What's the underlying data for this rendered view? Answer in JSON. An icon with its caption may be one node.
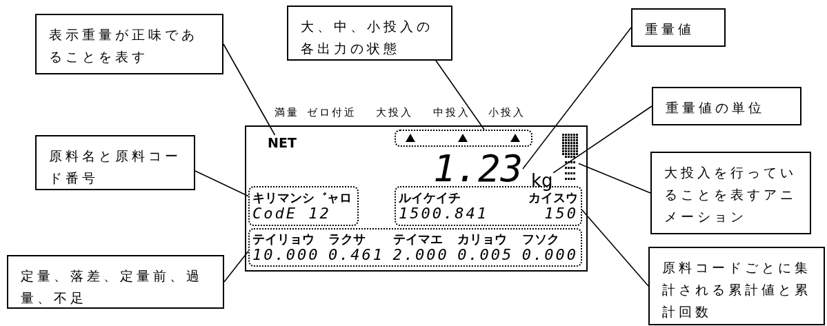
{
  "diagram": {
    "nodes": [
      {
        "text": [
          "表示重量が正味であることを表す"
        ]
      },
      {
        "text": [
          "NET"
        ]
      },
      {
        "text": [
          "大、中、小投入の各出力の状態"
        ]
      },
      {
        "text": [],
        "shape": "box"
      },
      {
        "text": [
          "重量値"
        ]
      },
      {
        "text": [
          "1.23"
        ]
      },
      {
        "text": [
          "重量値の単位"
        ]
      },
      {
        "text": [
          "kg"
        ]
      },
      {
        "text": [
          "大投入を行っていることを表すアニメーション"
        ]
      },
      {
        "text": [],
        "shape": "bar"
      },
      {
        "text": [
          "原料名と原料コード番号"
        ]
      },
      {
        "text": [
          "キリマンシ゛ャロ",
          "CodE 12"
        ]
      },
      {
        "text": [
          "定量、落差、定量前、過量、不足"
        ]
      },
      {
        "text": [
          "テイリョウ",
          "ラクサ",
          "テイマエ",
          "カリョウ",
          "フソク",
          "10.000",
          "0.461",
          "2.000",
          "0.005",
          "0.000"
        ]
      },
      {
        "text": [
          "原料コードごとに集計される累計値と累計回数"
        ]
      },
      {
        "text": [
          "ルイケイチ",
          "カイスウ",
          "1500.841",
          "150"
        ]
      }
    ],
    "edges": [
      {
        "from": 0,
        "to": 1,
        "arrow": "none"
      },
      {
        "from": 2,
        "to": 3,
        "arrow": "none"
      },
      {
        "from": 4,
        "to": 5,
        "arrow": "none"
      },
      {
        "from": 6,
        "to": 7,
        "arrow": "none"
      },
      {
        "from": 8,
        "to": 9,
        "arrow": "none"
      },
      {
        "from": 10,
        "to": 11,
        "arrow": "none"
      },
      {
        "from": 12,
        "to": 13,
        "arrow": "none"
      },
      {
        "from": 14,
        "to": 15,
        "arrow": "none"
      }
    ],
    "labels": [
      "満量",
      "ゼロ付近",
      "大投入",
      "中投入",
      "小投入"
    ]
  }
}
